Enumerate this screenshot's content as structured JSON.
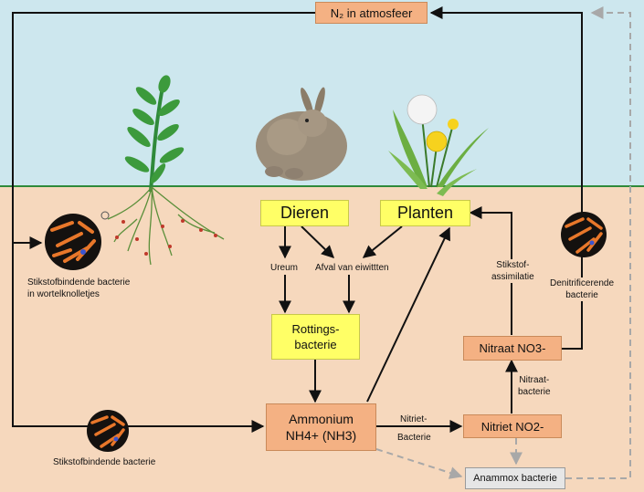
{
  "nodes": {
    "n2": "N₂ in atmosfeer",
    "dieren": "Dieren",
    "planten": "Planten",
    "rottings": "Rottings-\nbacterie",
    "ammonium": "Ammonium\nNH4+ (NH3)",
    "nitriet": "Nitriet NO2-",
    "nitraat": "Nitraat NO3-",
    "anammox": "Anammox bacterie"
  },
  "labels": {
    "wortel": "Stikstofbindende bacterie\nin wortelknolletjes",
    "stikstofbindend": "Stikstofbindende bacterie",
    "ureum": "Ureum",
    "afval": "Afval van eiwittten",
    "nitriet_bacterie_1": "Nitriet-",
    "nitriet_bacterie_2": "Bacterie",
    "nitraat_bacterie": "Nitraat-\nbacterie",
    "assimilatie": "Stikstof-\nassimilatie",
    "denitrificerende": "Denitrificerende\nbacterie"
  },
  "colors": {
    "sky": "#cde7ee",
    "soil": "#f6d8bd",
    "ground_line": "#2f8a3a",
    "orange_box": "#f4b183",
    "yellow_box": "#ffff66",
    "grey_box": "#e6e6e6",
    "arrow": "#111111",
    "dashed_arrow": "#a8a8a8"
  },
  "icons": [
    "rabbit",
    "dandelion-plant",
    "grass-plant-with-root-nodules",
    "bacteria-micrograph"
  ]
}
